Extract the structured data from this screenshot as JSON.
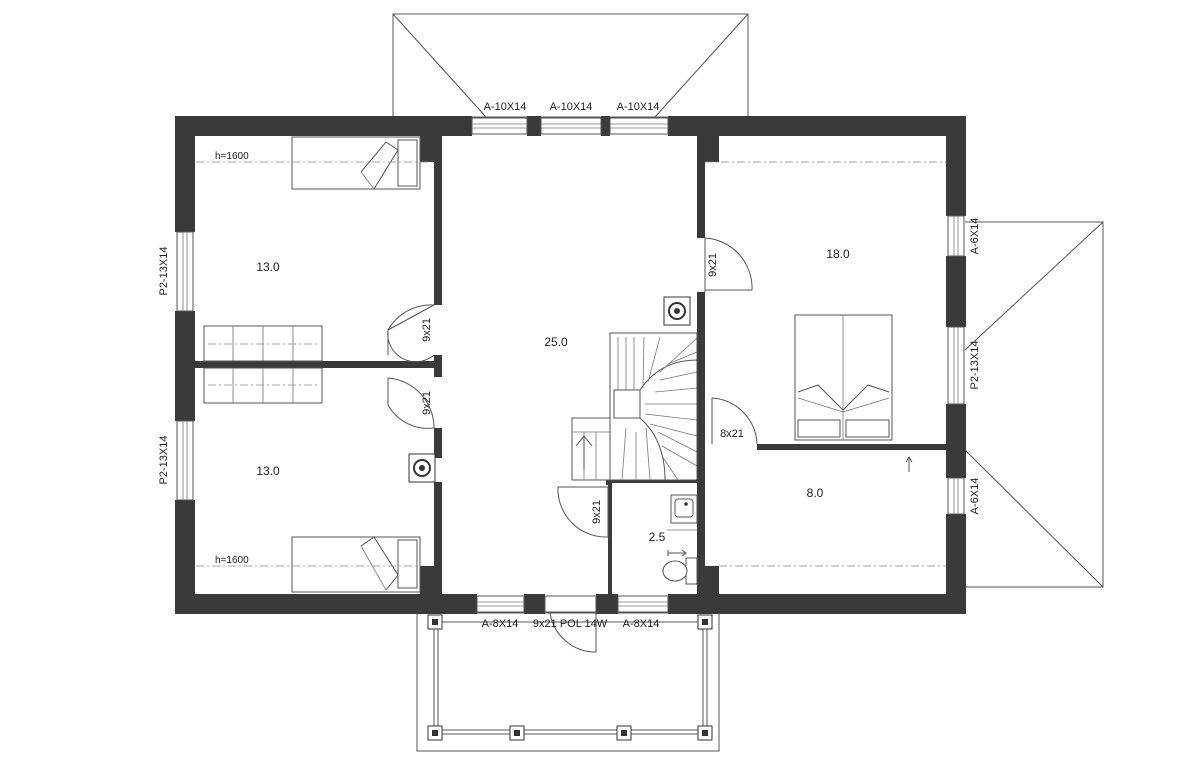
{
  "window_labels": {
    "top_left": "A-10X14",
    "top_mid": "A-10X14",
    "top_right": "A-10X14",
    "left_upper": "P2-13X14",
    "left_lower": "P2-13X14",
    "right_upper": "A-6X14",
    "right_mid": "P2-13X14",
    "right_lower": "A-6X14",
    "bottom_left": "A-8X14",
    "bottom_right": "A-8X14"
  },
  "door_labels": {
    "hall_right": "9x21",
    "bedroom_upper": "9x21",
    "bedroom_lower": "9x21",
    "bathroom": "9x21",
    "closet": "8x21",
    "entrance": "9x21 POL 14W"
  },
  "rooms": {
    "bedroom_upper": "13.0",
    "bedroom_lower": "13.0",
    "hall": "25.0",
    "master_bedroom": "18.0",
    "closet": "8.0",
    "bathroom": "2.5"
  },
  "annotations": {
    "height_upper": "h=1600",
    "height_lower": "h=1600"
  }
}
